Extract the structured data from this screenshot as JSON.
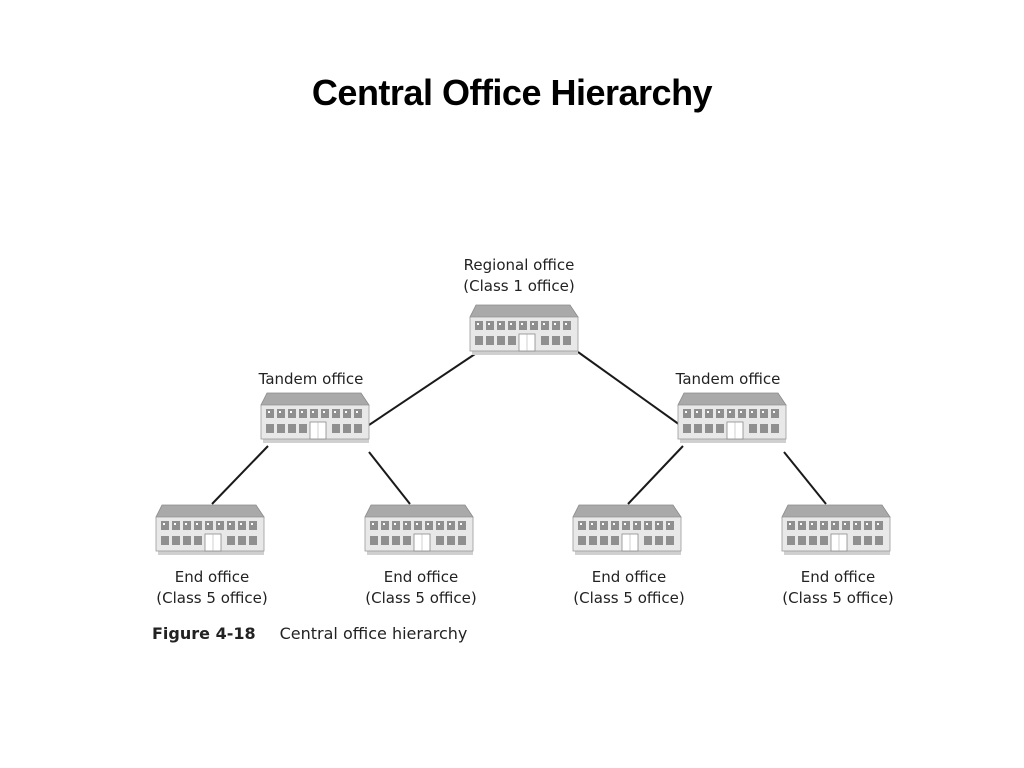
{
  "title": "Central Office Hierarchy",
  "nodes": {
    "regional": {
      "name": "Regional office",
      "class_label": "(Class 1 office)"
    },
    "tandem_left": {
      "name": "Tandem office"
    },
    "tandem_right": {
      "name": "Tandem office"
    },
    "end_1": {
      "name": "End office",
      "class_label": "(Class 5 office)"
    },
    "end_2": {
      "name": "End office",
      "class_label": "(Class 5 office)"
    },
    "end_3": {
      "name": "End office",
      "class_label": "(Class 5 office)"
    },
    "end_4": {
      "name": "End office",
      "class_label": "(Class 5 office)"
    }
  },
  "edges": [
    [
      "regional",
      "tandem_left"
    ],
    [
      "regional",
      "tandem_right"
    ],
    [
      "tandem_left",
      "end_1"
    ],
    [
      "tandem_left",
      "end_2"
    ],
    [
      "tandem_right",
      "end_3"
    ],
    [
      "tandem_right",
      "end_4"
    ]
  ],
  "figure": {
    "number": "Figure 4-18",
    "caption": "Central office hierarchy"
  },
  "icons": {
    "office": "office-building-icon"
  },
  "colors": {
    "building_roof": "#a9a9a9",
    "building_wall": "#e6e6e6",
    "window": "#8f8f8f",
    "line": "#1a1a1a"
  }
}
